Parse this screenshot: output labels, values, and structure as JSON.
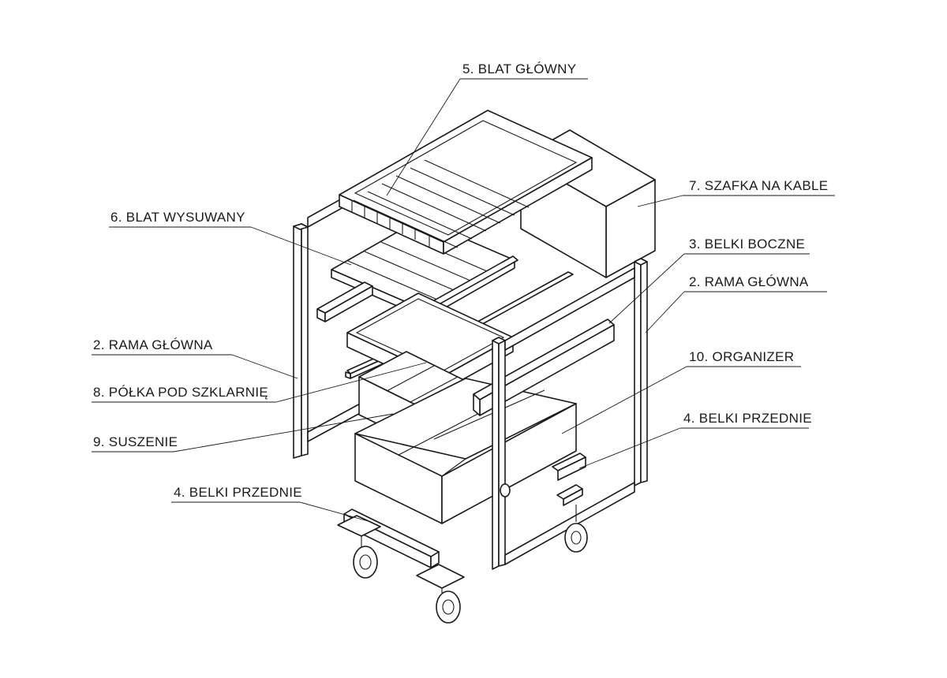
{
  "labels": {
    "blat_glowny": "5. BLAT GŁÓWNY",
    "blat_wysuwany": "6. BLAT WYSUWANY",
    "szafka_na_kable": "7. SZAFKA NA KABLE",
    "belki_boczne": "3. BELKI BOCZNE",
    "rama_glowna_right": "2. RAMA GŁÓWNA",
    "rama_glowna_left": "2. RAMA GŁÓWNA",
    "polka_pod_szklarnie": "8. PÓŁKA POD SZKLARNIĘ",
    "organizer": "10. ORGANIZER",
    "suszenie": "9. SUSZENIE",
    "belki_przednie_right": "4. BELKI PRZEDNIE",
    "belki_przednie_left": "4. BELKI PRZEDNIE"
  },
  "colors": {
    "line": "#1a1a1a",
    "background": "#ffffff"
  }
}
